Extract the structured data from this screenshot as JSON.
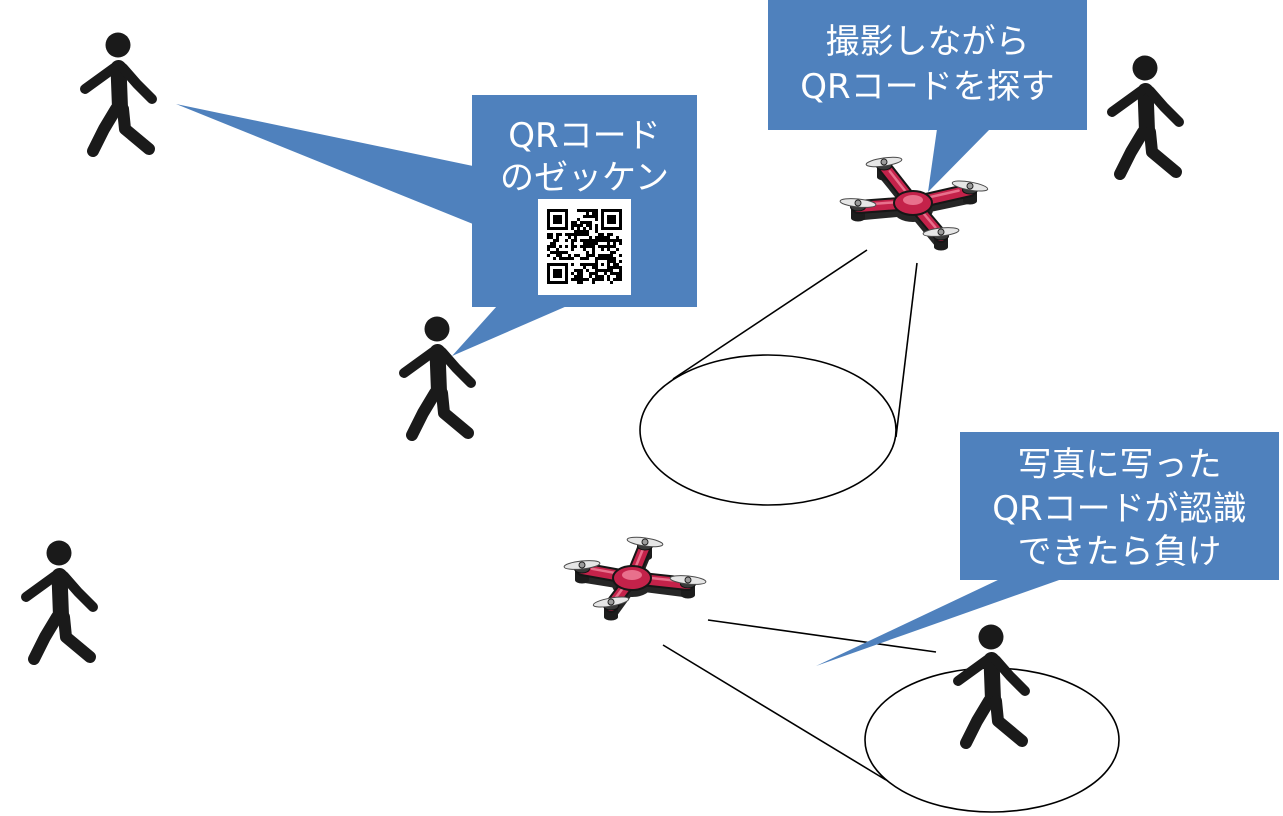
{
  "callouts": {
    "bib": {
      "lines": [
        "QRコード",
        "のゼッケン"
      ]
    },
    "search": {
      "lines": [
        "撮影しながら",
        "QRコードを探す"
      ]
    },
    "lose": {
      "lines": [
        "写真に写った",
        "QRコードが認識",
        "できたら負け"
      ]
    }
  },
  "icons": {
    "person": "walking-person-icon",
    "drone": "drone-icon",
    "qr": "qr-code-icon"
  },
  "colors": {
    "background": "#FFFFFF",
    "callout_fill": "#4F81BD",
    "callout_text": "#FFFFFF",
    "person": "#1A1A1A",
    "drone_red": "#C4224A",
    "outline": "#000000"
  }
}
